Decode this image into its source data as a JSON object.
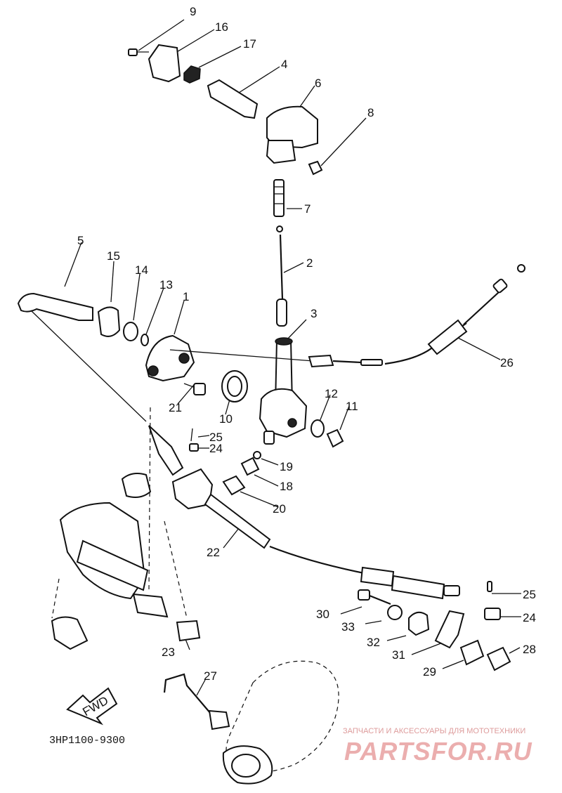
{
  "diagram": {
    "callouts": [
      "9",
      "16",
      "17",
      "4",
      "6",
      "8",
      "7",
      "2",
      "3",
      "5",
      "15",
      "14",
      "13",
      "1",
      "21",
      "10",
      "12",
      "11",
      "25",
      "24",
      "19",
      "18",
      "20",
      "22",
      "26",
      "30",
      "33",
      "32",
      "31",
      "29",
      "28",
      "25",
      "24",
      "23",
      "27"
    ],
    "code": "3HP1100-9300",
    "badge_fwd": "FWD"
  },
  "watermark": {
    "tagline": "ЗАПЧАСТИ И АКСЕССУАРЫ ДЛЯ МОТОТЕХНИКИ",
    "brand": "PARTSFOR.RU"
  },
  "colors": {
    "ink": "#111111",
    "watermark": "#e8a0a0"
  }
}
